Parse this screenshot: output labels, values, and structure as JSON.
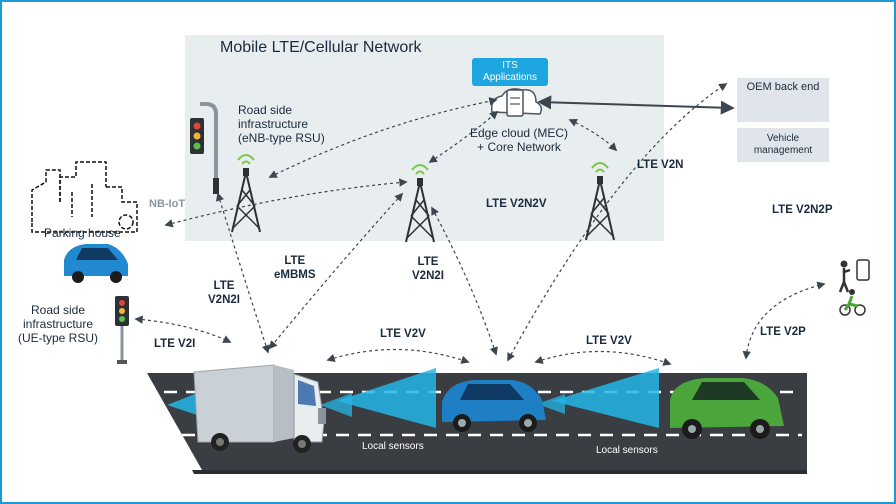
{
  "network": {
    "title": "Mobile LTE/Cellular Network",
    "its_applications": "ITS\nApplications",
    "edge_cloud": "Edge cloud (MEC)\n+ Core Network"
  },
  "backend": {
    "oem": "OEM back end",
    "vehicle_management": "Vehicle\nmanagement"
  },
  "labels": {
    "rsu_enb": "Road side\ninfrastructure\n(eNB-type RSU)",
    "rsu_ue": "Road side\ninfrastructure\n(UE-type RSU)",
    "parking_house": "Parking house",
    "nb_iot": "NB-IoT",
    "local_sensors_1": "Local sensors",
    "local_sensors_2": "Local sensors"
  },
  "links": {
    "lte_v2n": "LTE V2N",
    "lte_v2n2v": "LTE V2N2V",
    "lte_v2n2p": "LTE V2N2P",
    "lte_embms": "LTE\neMBMS",
    "lte_v2n2i_left": "LTE\nV2N2I",
    "lte_v2n2i_mid": "LTE\nV2N2I",
    "lte_v2i": "LTE V2I",
    "lte_v2v_1": "LTE V2V",
    "lte_v2v_2": "LTE V2V",
    "lte_v2p": "LTE V2P"
  },
  "colors": {
    "frame_border": "#1e9ad6",
    "network_panel": "#e8edf0",
    "its_box": "#1ea6e0",
    "road": "#3a3d42",
    "sensor_beam": "#25b6e6",
    "car_blue": "#1f7fc4",
    "car_green": "#4aa53a",
    "signal_green": "#7ac943",
    "text_dark": "#1a2b3d"
  },
  "icons": [
    "traffic-light-icon",
    "cell-tower-icon",
    "server-icon",
    "city-buildings-icon",
    "pedestrian-phone-icon",
    "cyclist-icon",
    "truck-icon",
    "car-icon"
  ]
}
